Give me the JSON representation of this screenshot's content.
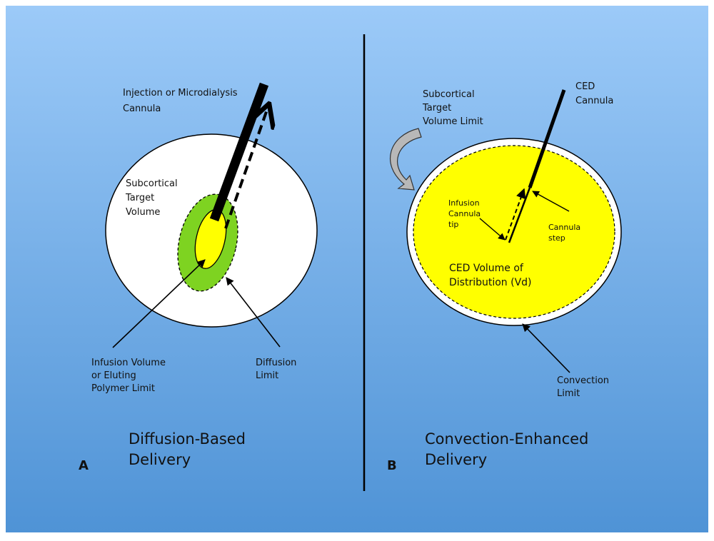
{
  "colors": {
    "background_top": "#9ccaf8",
    "background_bottom": "#4f93d6",
    "target_fill": "#ffffff",
    "diffusion_fill": "#7ed321",
    "infusion_fill": "#ffff00",
    "ced_fill": "#ffff00",
    "ink": "#000000",
    "arrow_fill": "#b8b8b8"
  },
  "panel_a": {
    "letter": "A",
    "title": [
      "Diffusion-Based",
      "Delivery"
    ],
    "cannula_label": [
      "Injection or Microdialysis",
      "Cannula"
    ],
    "target_label": [
      "Subcortical",
      "Target",
      "Volume"
    ],
    "infusion_label": [
      "Infusion Volume",
      "or Eluting",
      "Polymer Limit"
    ],
    "diffusion_label": [
      "Diffusion",
      "Limit"
    ]
  },
  "panel_b": {
    "letter": "B",
    "title": [
      "Convection-Enhanced",
      "Delivery"
    ],
    "cannula_label": [
      "CED",
      "Cannula"
    ],
    "target_label": [
      "Subcortical",
      "Target",
      "Volume Limit"
    ],
    "tip_label": [
      "Infusion",
      "Cannula",
      "tip"
    ],
    "step_label": [
      "Cannula",
      "step"
    ],
    "vd_label": [
      "CED Volume of",
      "Distribution (Vd)"
    ],
    "convection_label": [
      "Convection",
      "Limit"
    ]
  }
}
